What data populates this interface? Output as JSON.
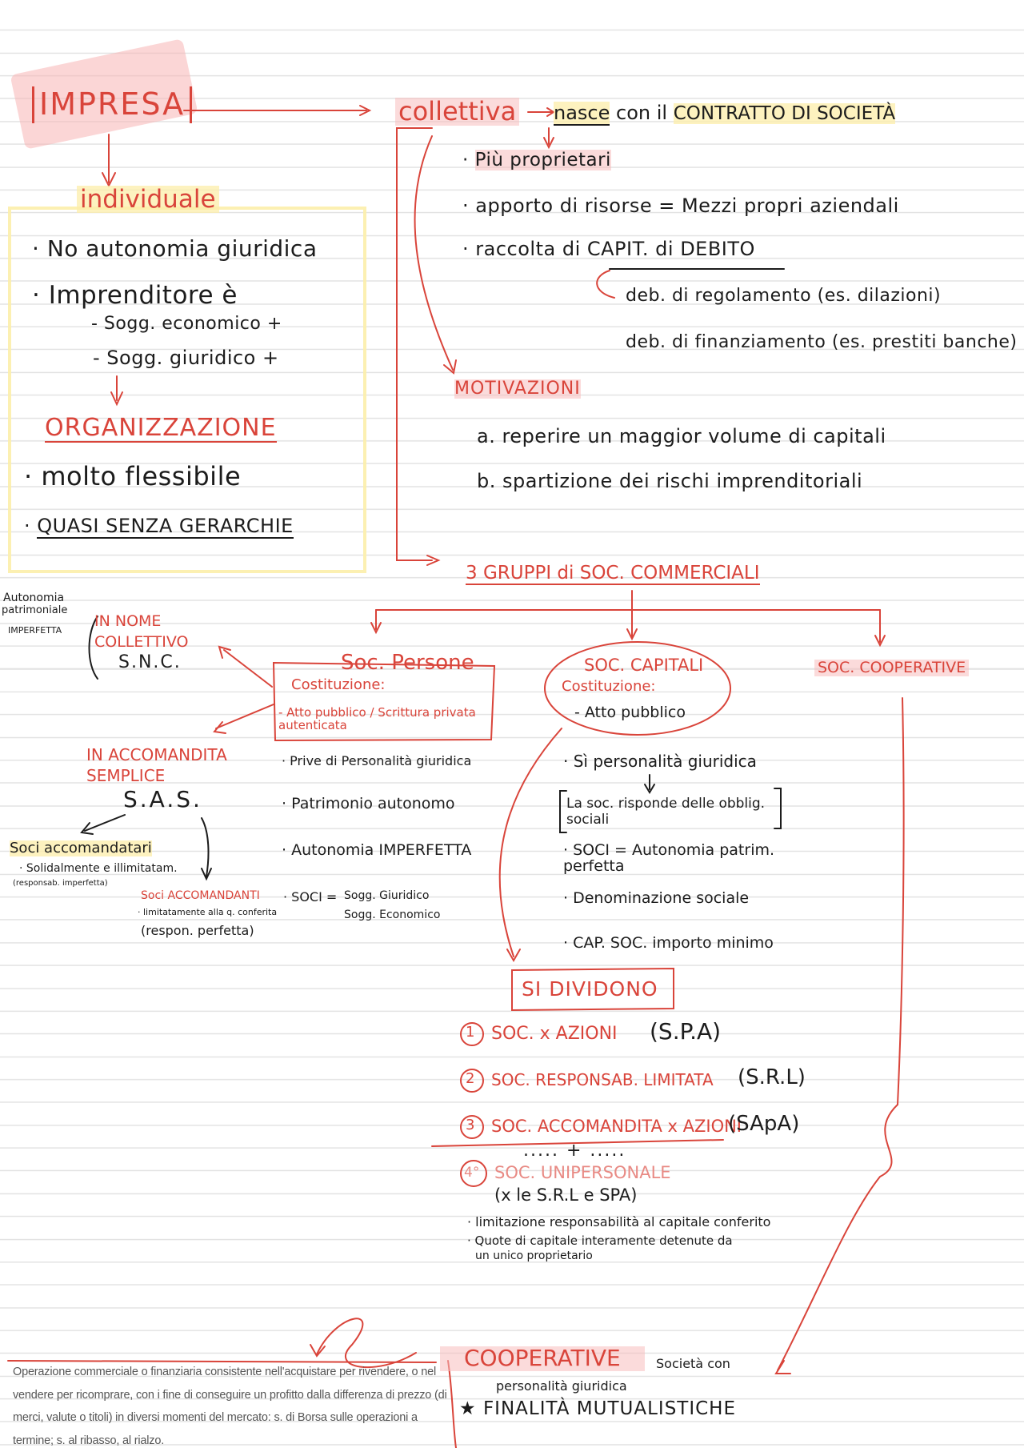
{
  "colors": {
    "accent_red": "#d9443a",
    "ink": "#1c1c1c",
    "highlight_pink": "#f7bebe",
    "highlight_yellow": "#fceeaa"
  },
  "root": {
    "title": "IMPRESA"
  },
  "individuale": {
    "title": "individuale",
    "bullets": [
      "No autonomia giuridica",
      "Imprenditore è"
    ],
    "sub": [
      "- Sogg. economico +",
      "- Sogg. giuridico +"
    ],
    "org_title": "ORGANIZZAZIONE",
    "org_bullets": [
      "molto flessibile",
      "QUASI SENZA GERARCHIE"
    ]
  },
  "collettiva": {
    "title": "collettiva",
    "nasce": "nasce",
    "nasce_rest": "con il",
    "contratto": "CONTRATTO DI SOCIETÀ",
    "bullets": [
      "Più proprietari",
      "apporto di risorse = Mezzi propri aziendali",
      "raccolta di CAPIT. di DEBITO"
    ],
    "debiti": [
      "deb. di regolamento (es. dilazioni)",
      "deb. di finanziamento (es. prestiti banche)"
    ],
    "motivazioni_title": "MOTIVAZIONI",
    "motivazioni": [
      "a. reperire un maggior volume di capitali",
      "b. spartizione dei rischi imprenditoriali"
    ]
  },
  "gruppi": {
    "title": "3 GRUPPI di SOC. COMMERCIALI"
  },
  "persone": {
    "title": "Soc. Persone",
    "costituzione": "Costituzione:",
    "atto": "- Atto pubblico / Scrittura privata autenticata",
    "props": [
      "Prive di Personalità giuridica",
      "Patrimonio autonomo",
      "Autonomia IMPERFETTA"
    ],
    "soci_label": "SOCI =",
    "soci_values": [
      "Sogg. Giuridico",
      "Sogg. Economico"
    ],
    "side_label": [
      "Autonomia",
      "patrimoniale",
      "IMPERFETTA"
    ],
    "snc": [
      "IN NOME",
      "COLLETTIVO",
      "S.N.C."
    ],
    "sas": [
      "IN ACCOMANDITA",
      "SEMPLICE",
      "S.A.S."
    ],
    "accomandatari": [
      "Soci accomandatari",
      "· Solidalmente e illimitatam.",
      "(responsab. imperfetta)"
    ],
    "accomandanti": [
      "Soci ACCOMANDANTI",
      "· limitatamente alla q. conferita",
      "(respon. perfetta)"
    ]
  },
  "capitali": {
    "title": "SOC. CAPITALI",
    "costituzione": "Costituzione:",
    "atto": "- Atto pubblico",
    "props": [
      "Sì personalità giuridica",
      "La soc. risponde delle obblig. sociali",
      "SOCI = Autonomia patrim. perfetta",
      "Denominazione sociale",
      "CAP. SOC. importo minimo"
    ],
    "dividono": "SI DIVIDONO",
    "list": [
      "SOC. x AZIONI",
      "SOC. RESPONSAB. LIMITATA",
      "SOC. ACCOMANDITA x AZIONI",
      "SOC. UNIPERSONALE"
    ],
    "abbr": [
      "(S.P.A)",
      "(S.R.L)",
      "(SApA)",
      "(x le S.R.L e SPA)"
    ],
    "nums": [
      "1",
      "2",
      "3",
      "4°"
    ],
    "plus": "..... + .....",
    "uni_notes": [
      "· limitazione responsabilità al capitale conferito",
      "· Quote di capitale interamente detenute da",
      "un unico proprietario"
    ]
  },
  "cooperative": {
    "header": "SOC. COOPERATIVE",
    "title": "COOPERATIVE",
    "subtitle": "Società con personalità giuridica",
    "finalita": "FINALITÀ MUTUALISTICHE"
  },
  "gloss": "Operazione commerciale o finanziaria consistente nell'acquistare per rivendere, o nel vendere per ricomprare, con i fine di conseguire un profitto dalla differenza di prezzo (di merci, valute o titoli) in diversi momenti del mercato: s. di Borsa sulle operazioni a termine; s. al ribasso, al rialzo."
}
